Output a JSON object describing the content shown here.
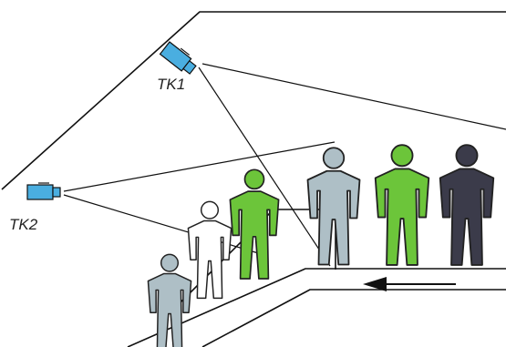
{
  "diagram": {
    "cameras": [
      {
        "id": "tk1",
        "label": "TK1"
      },
      {
        "id": "tk2",
        "label": "TK2"
      }
    ],
    "figures": [
      {
        "id": "person-1",
        "color": "#aebfc6"
      },
      {
        "id": "person-2",
        "color": "#ffffff"
      },
      {
        "id": "person-3",
        "color": "#6cc53a"
      },
      {
        "id": "person-4",
        "color": "#aebfc6"
      },
      {
        "id": "person-5",
        "color": "#6cc53a"
      },
      {
        "id": "person-6",
        "color": "#3b3b4a"
      }
    ],
    "arrow_direction": "left",
    "colors": {
      "camera_body": "#4aaee0",
      "line": "#111111"
    }
  }
}
